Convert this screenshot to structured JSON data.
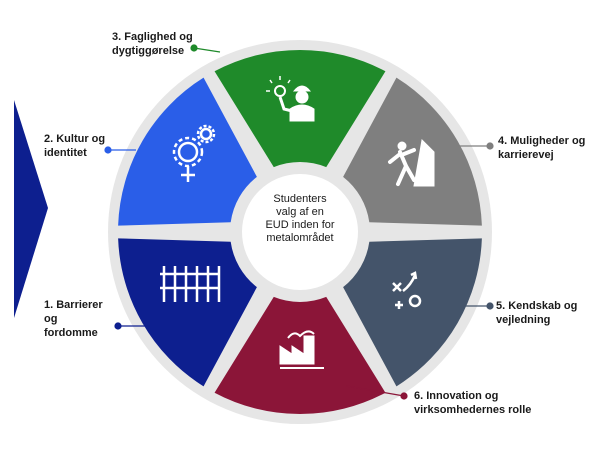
{
  "center": {
    "lines": [
      "Studenters",
      "valg af en",
      "EUD inden for",
      "metalområdet"
    ]
  },
  "segments": [
    {
      "number_title": "1. Barrierer",
      "lines": [
        "1. Barrierer",
        "og",
        "fordomme"
      ],
      "color": "#0d1f8f",
      "icon": "fence-icon"
    },
    {
      "lines": [
        "2. Kultur og",
        "identitet"
      ],
      "color": "#2a5ee8",
      "icon": "gender-gears-icon"
    },
    {
      "lines": [
        "3. Faglighed og",
        "dygtiggørelse"
      ],
      "color": "#1f8a2a",
      "icon": "worker-idea-icon"
    },
    {
      "lines": [
        "4. Muligheder og",
        "karrierevej"
      ],
      "color": "#7f7f7f",
      "icon": "climber-icon"
    },
    {
      "lines": [
        "5. Kendskab og",
        "vejledning"
      ],
      "color": "#44546a",
      "icon": "strategy-icon"
    },
    {
      "lines": [
        "6. Innovation og",
        "virksomhedernes rolle"
      ],
      "color": "#8b1538",
      "icon": "factory-icon"
    }
  ],
  "colors": {
    "ring_gap": "#e5e5e5",
    "arrow": "#0d1f8f",
    "center_fill": "#ffffff"
  }
}
